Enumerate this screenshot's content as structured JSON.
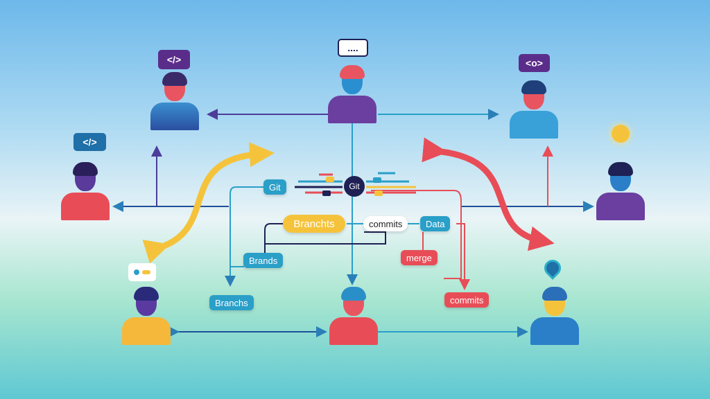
{
  "hub": {
    "label": "Git"
  },
  "nodes": {
    "git": "Git",
    "branchts": "Branchts",
    "commits_center": "commits",
    "data": "Data",
    "brands": "Brands",
    "merge": "merge",
    "branchs": "Branchs",
    "commits_bottom": "commits"
  },
  "bubbles": {
    "top_left": "</>",
    "top_center": "....",
    "top_right": "<o>",
    "left": "</>"
  },
  "colors": {
    "blue": "#2a9fc8",
    "red": "#e84d57",
    "yellow": "#f5c33b",
    "purple": "#6a3fa0",
    "navy": "#1f2054"
  }
}
